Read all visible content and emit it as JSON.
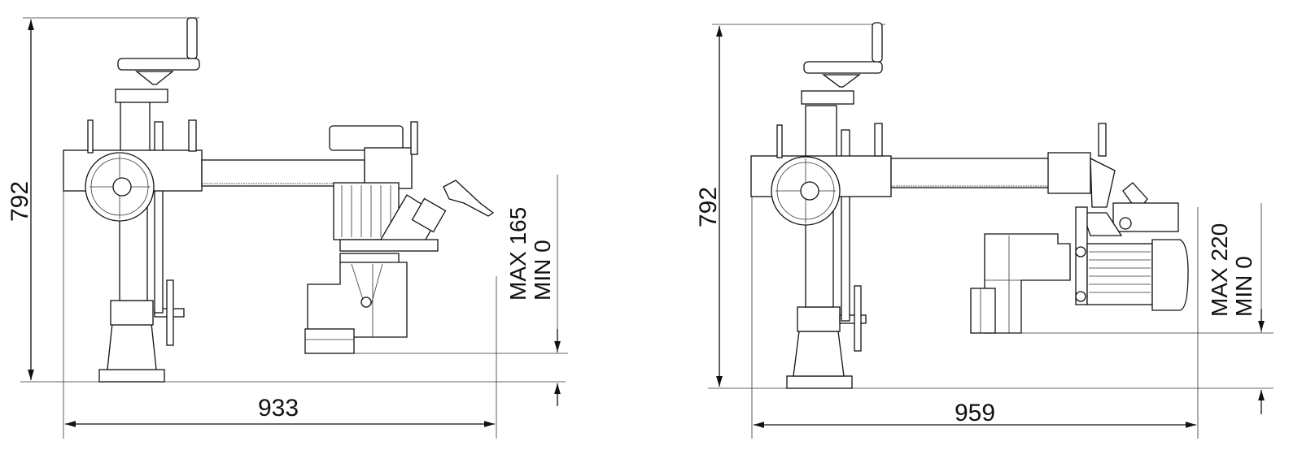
{
  "views": [
    {
      "name": "left-view",
      "height_label": "792",
      "width_label": "933",
      "stroke_max": "MAX 165",
      "stroke_min": "MIN 0"
    },
    {
      "name": "right-view",
      "height_label": "792",
      "width_label": "959",
      "stroke_max": "MAX 220",
      "stroke_min": "MIN 0"
    }
  ],
  "colors": {
    "line": "#111111",
    "background": "#ffffff"
  }
}
